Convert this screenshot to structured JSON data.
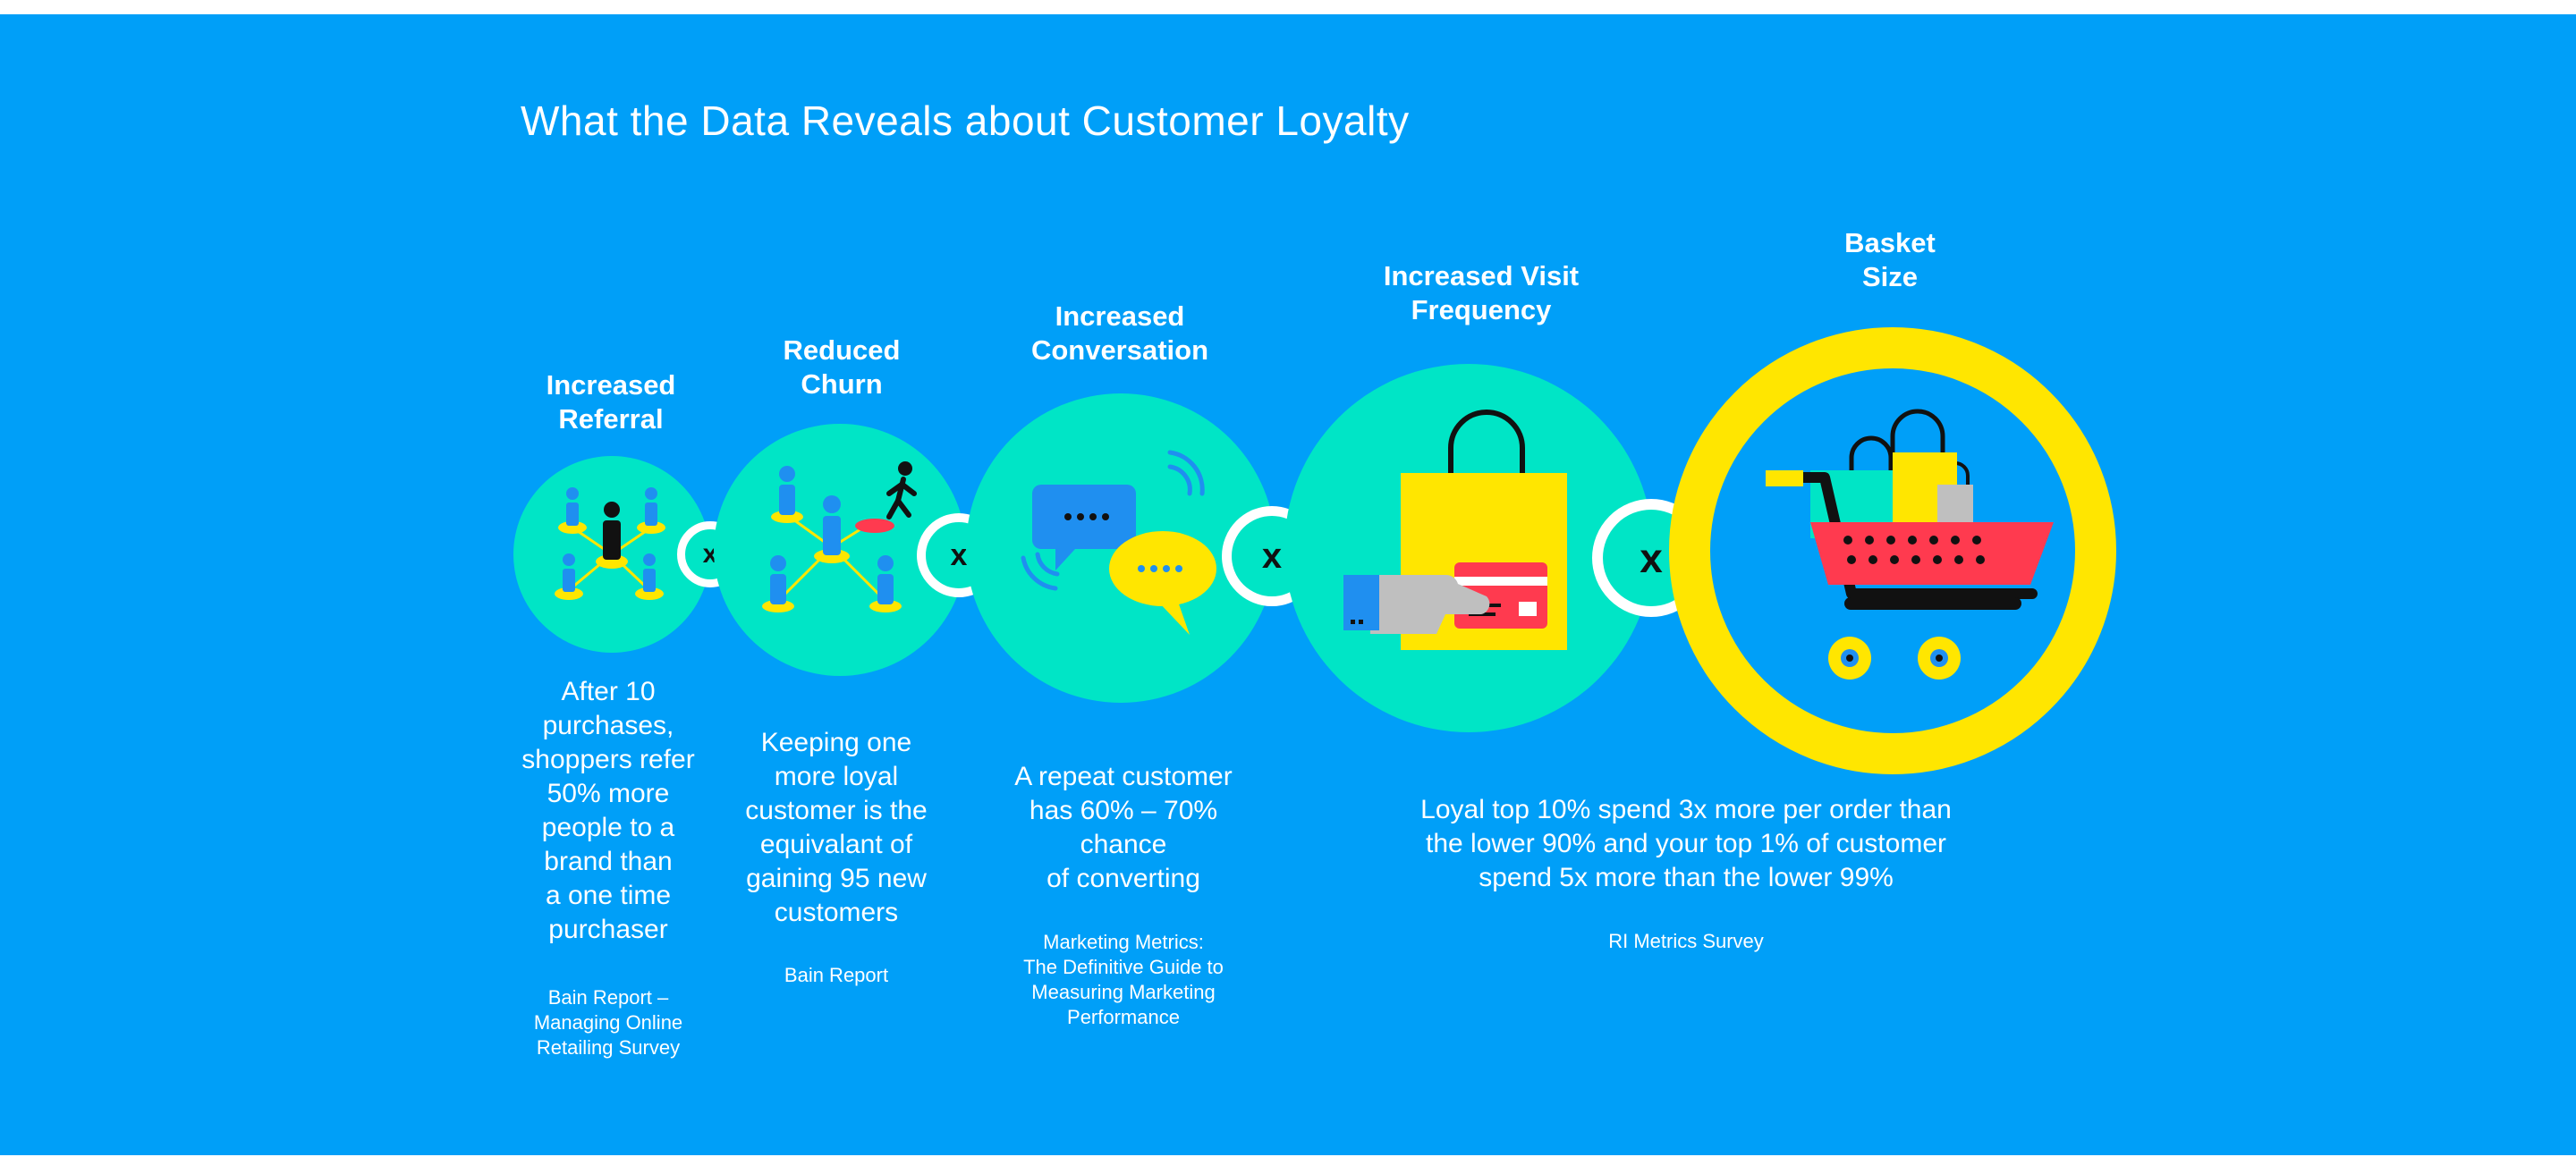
{
  "title": "What the Data Reveals about Customer Loyalty",
  "colors": {
    "background": "#009ff8",
    "teal": "#00e5c6",
    "yellow": "#ffe600",
    "red": "#ff3a4f",
    "white": "#ffffff"
  },
  "multiply_symbol": "x",
  "items": [
    {
      "heading": "Increased\nReferral",
      "body": "After 10\npurchases,\nshoppers refer\n50% more\npeople to a\nbrand than\na one time\npurchaser",
      "source": "Bain Report –\nManaging Online\nRetailing Survey",
      "icon": "referral-network-icon"
    },
    {
      "heading": "Reduced\nChurn",
      "body": "Keeping one\nmore loyal\ncustomer is the\nequivalant of\ngaining 95 new\ncustomers",
      "source": "Bain Report",
      "icon": "churn-people-icon"
    },
    {
      "heading": "Increased\nConversation",
      "body": "A repeat customer\nhas 60% – 70%\nchance\nof converting",
      "source": "Marketing Metrics:\nThe Definitive Guide to\nMeasuring Marketing\nPerformance",
      "icon": "chat-bubbles-icon"
    },
    {
      "heading": "Increased Visit\nFrequency",
      "body": "Loyal top 10% spend 3x more per order than\nthe lower 90% and your top 1% of customer\nspend 5x more than the lower 99%",
      "source": "RI Metrics Survey",
      "icon": "shopping-bag-card-icon"
    },
    {
      "heading": "Basket\nSize",
      "icon": "shopping-cart-icon"
    }
  ]
}
